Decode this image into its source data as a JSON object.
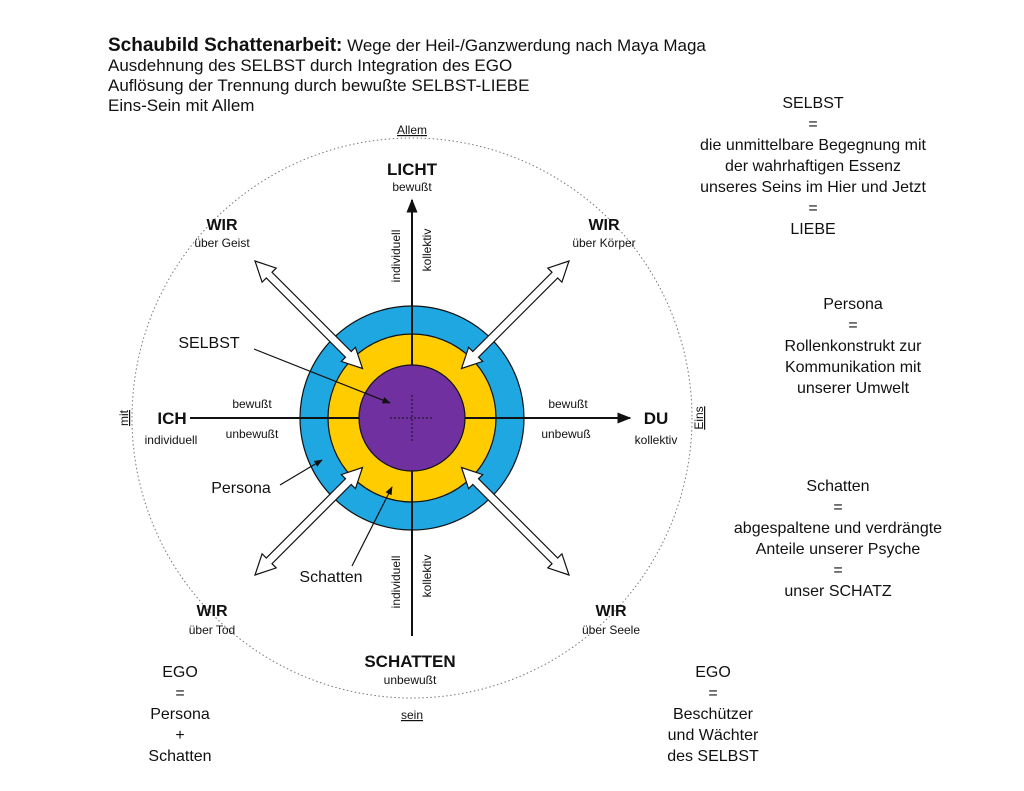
{
  "title": {
    "bold": "Schaubild Schattenarbeit:",
    "rest": "Wege der Heil-/Ganzwerdung  nach Maya Maga",
    "line2": "Ausdehnung des SELBST durch Integration des EGO",
    "line3": "Auflösung der Trennung durch bewußte SELBST-LIEBE",
    "line4": "Eins-Sein mit Allem"
  },
  "circle_labels": {
    "top": "Allem",
    "bottom": "sein",
    "left": "mit",
    "right": "Eins"
  },
  "axes": {
    "top": {
      "title": "LICHT",
      "sub": "bewußt"
    },
    "bottom": {
      "title": "SCHATTEN",
      "sub": "unbewußt"
    },
    "left": {
      "title": "ICH",
      "sub": "individuell"
    },
    "right": {
      "title": "DU",
      "sub": "kollektiv"
    },
    "left_above": "bewußt",
    "left_below": "unbewußt",
    "right_above": "bewußt",
    "right_below": "unbewuß",
    "vertical_individuell": "individuell",
    "vertical_kollektiv": "kollektiv"
  },
  "diagonals": {
    "top_left": {
      "title": "WIR",
      "sub": "über Geist"
    },
    "top_right": {
      "title": "WIR",
      "sub": "über Körper"
    },
    "bottom_left": {
      "title": "WIR",
      "sub": "über Tod"
    },
    "bottom_right": {
      "title": "WIR",
      "sub": "über Seele"
    }
  },
  "inner_labels": {
    "selbst": "SELBST",
    "persona": "Persona",
    "schatten": "Schatten"
  },
  "colors": {
    "outer_ring": "#1ea7e1",
    "middle_ring": "#ffcc00",
    "core": "#7030a0",
    "lines": "#111111"
  },
  "notes": {
    "selbst": [
      "SELBST",
      "=",
      "die unmittelbare Begegnung mit",
      "der wahrhaftigen Essenz",
      "unseres Seins im Hier und Jetzt",
      "=",
      "LIEBE"
    ],
    "persona": [
      "Persona",
      "=",
      "Rollenkonstrukt zur",
      "Kommunikation mit",
      "unserer Umwelt"
    ],
    "schatten": [
      "Schatten",
      "=",
      "abgespaltene und verdrängte",
      "Anteile unserer Psyche",
      "=",
      "unser SCHATZ"
    ],
    "ego_left": [
      "EGO",
      "=",
      "Persona",
      "+",
      "Schatten"
    ],
    "ego_right": [
      "EGO",
      "=",
      "Beschützer",
      "und Wächter",
      "des SELBST"
    ]
  }
}
